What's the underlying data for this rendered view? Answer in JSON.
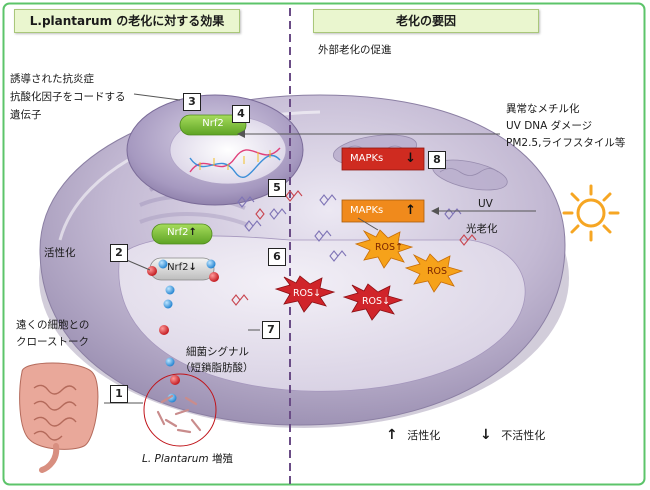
{
  "headers": {
    "left_title": "L.plantarum の老化に対する効果",
    "right_title": "老化の要因"
  },
  "labels": {
    "external_aging": "外部老化の促進",
    "induced_antiinflammatory": "誘導された抗炎症",
    "antioxidant_genes_line1": "抗酸化因子をコードする",
    "antioxidant_genes_line2": "遺伝子",
    "activation": "活性化",
    "crosstalk_line1": "遠くの細胞との",
    "crosstalk_line2": "クローストーク",
    "bacterial_signal_line1": "細菌シグナル",
    "bacterial_signal_line2": "（短鎖脂肪酸）",
    "lp_italic": "L. Plantarum",
    "lp_growth": "増殖",
    "abnormal_methylation": "異常なメチル化",
    "uv_dna_damage": "UV DNA ダメージ",
    "pm_lifestyle": "PM2.5,ライフスタイル等",
    "uv": "UV",
    "photoaging": "光老化"
  },
  "molecules": {
    "nrf2": "Nrf2",
    "mapks": "MAPKs",
    "ros": "ROS"
  },
  "numbers": [
    "1",
    "2",
    "3",
    "4",
    "5",
    "6",
    "7",
    "8"
  ],
  "legend": {
    "up_arrow": "↑",
    "up_label": "活性化",
    "down_arrow": "↓",
    "down_label": "不活性化"
  },
  "colors": {
    "header_bg": "#eaf6cf",
    "border_green": "#5cc46a",
    "cell_lavender": "#b6abc9",
    "nucleus": "#9c8fb8",
    "nrf2_green": "#7dc23b",
    "mapks_red": "#cf2b20",
    "mapks_orange": "#f08a1c",
    "ros_red": "#d0242a",
    "ros_orange": "#f6a21a",
    "sun": "#f6a623",
    "divider": "#6a4c86"
  }
}
